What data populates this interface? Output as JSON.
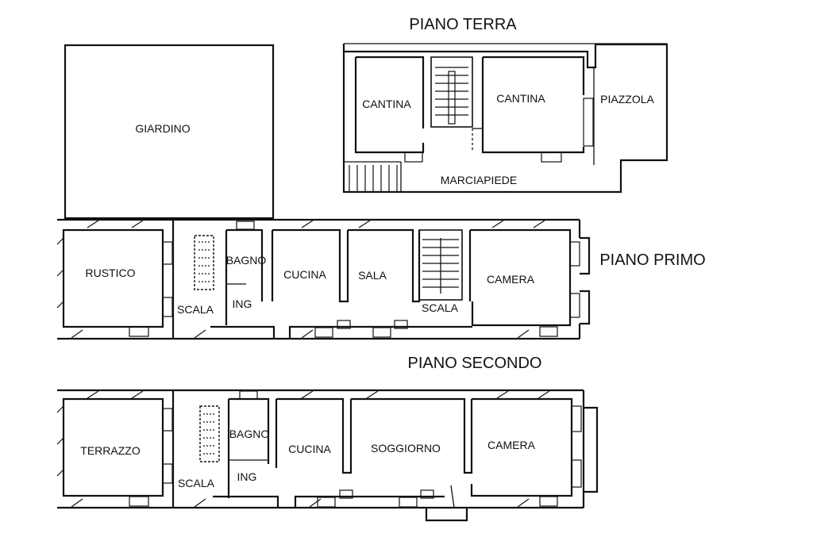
{
  "floors": {
    "terra": {
      "title": "PIANO TERRA",
      "rooms": {
        "cantina_left": "CANTINA",
        "cantina_right": "CANTINA",
        "piazzola": "PIAZZOLA",
        "marciapiede": "MARCIAPIEDE"
      }
    },
    "primo": {
      "title": "PIANO PRIMO",
      "rooms": {
        "rustico": "RUSTICO",
        "bagno": "BAGNO",
        "cucina": "CUCINA",
        "sala": "SALA",
        "camera": "CAMERA",
        "scala_left": "SCALA",
        "ing": "ING",
        "scala_right": "SCALA"
      }
    },
    "secondo": {
      "title": "PIANO SECONDO",
      "rooms": {
        "terrazzo": "TERRAZZO",
        "bagno": "BAGNO",
        "cucina": "CUCINA",
        "soggiorno": "SOGGIORNO",
        "camera": "CAMERA",
        "scala": "SCALA",
        "ing": "ING"
      }
    }
  },
  "garden": {
    "label": "GIARDINO"
  }
}
